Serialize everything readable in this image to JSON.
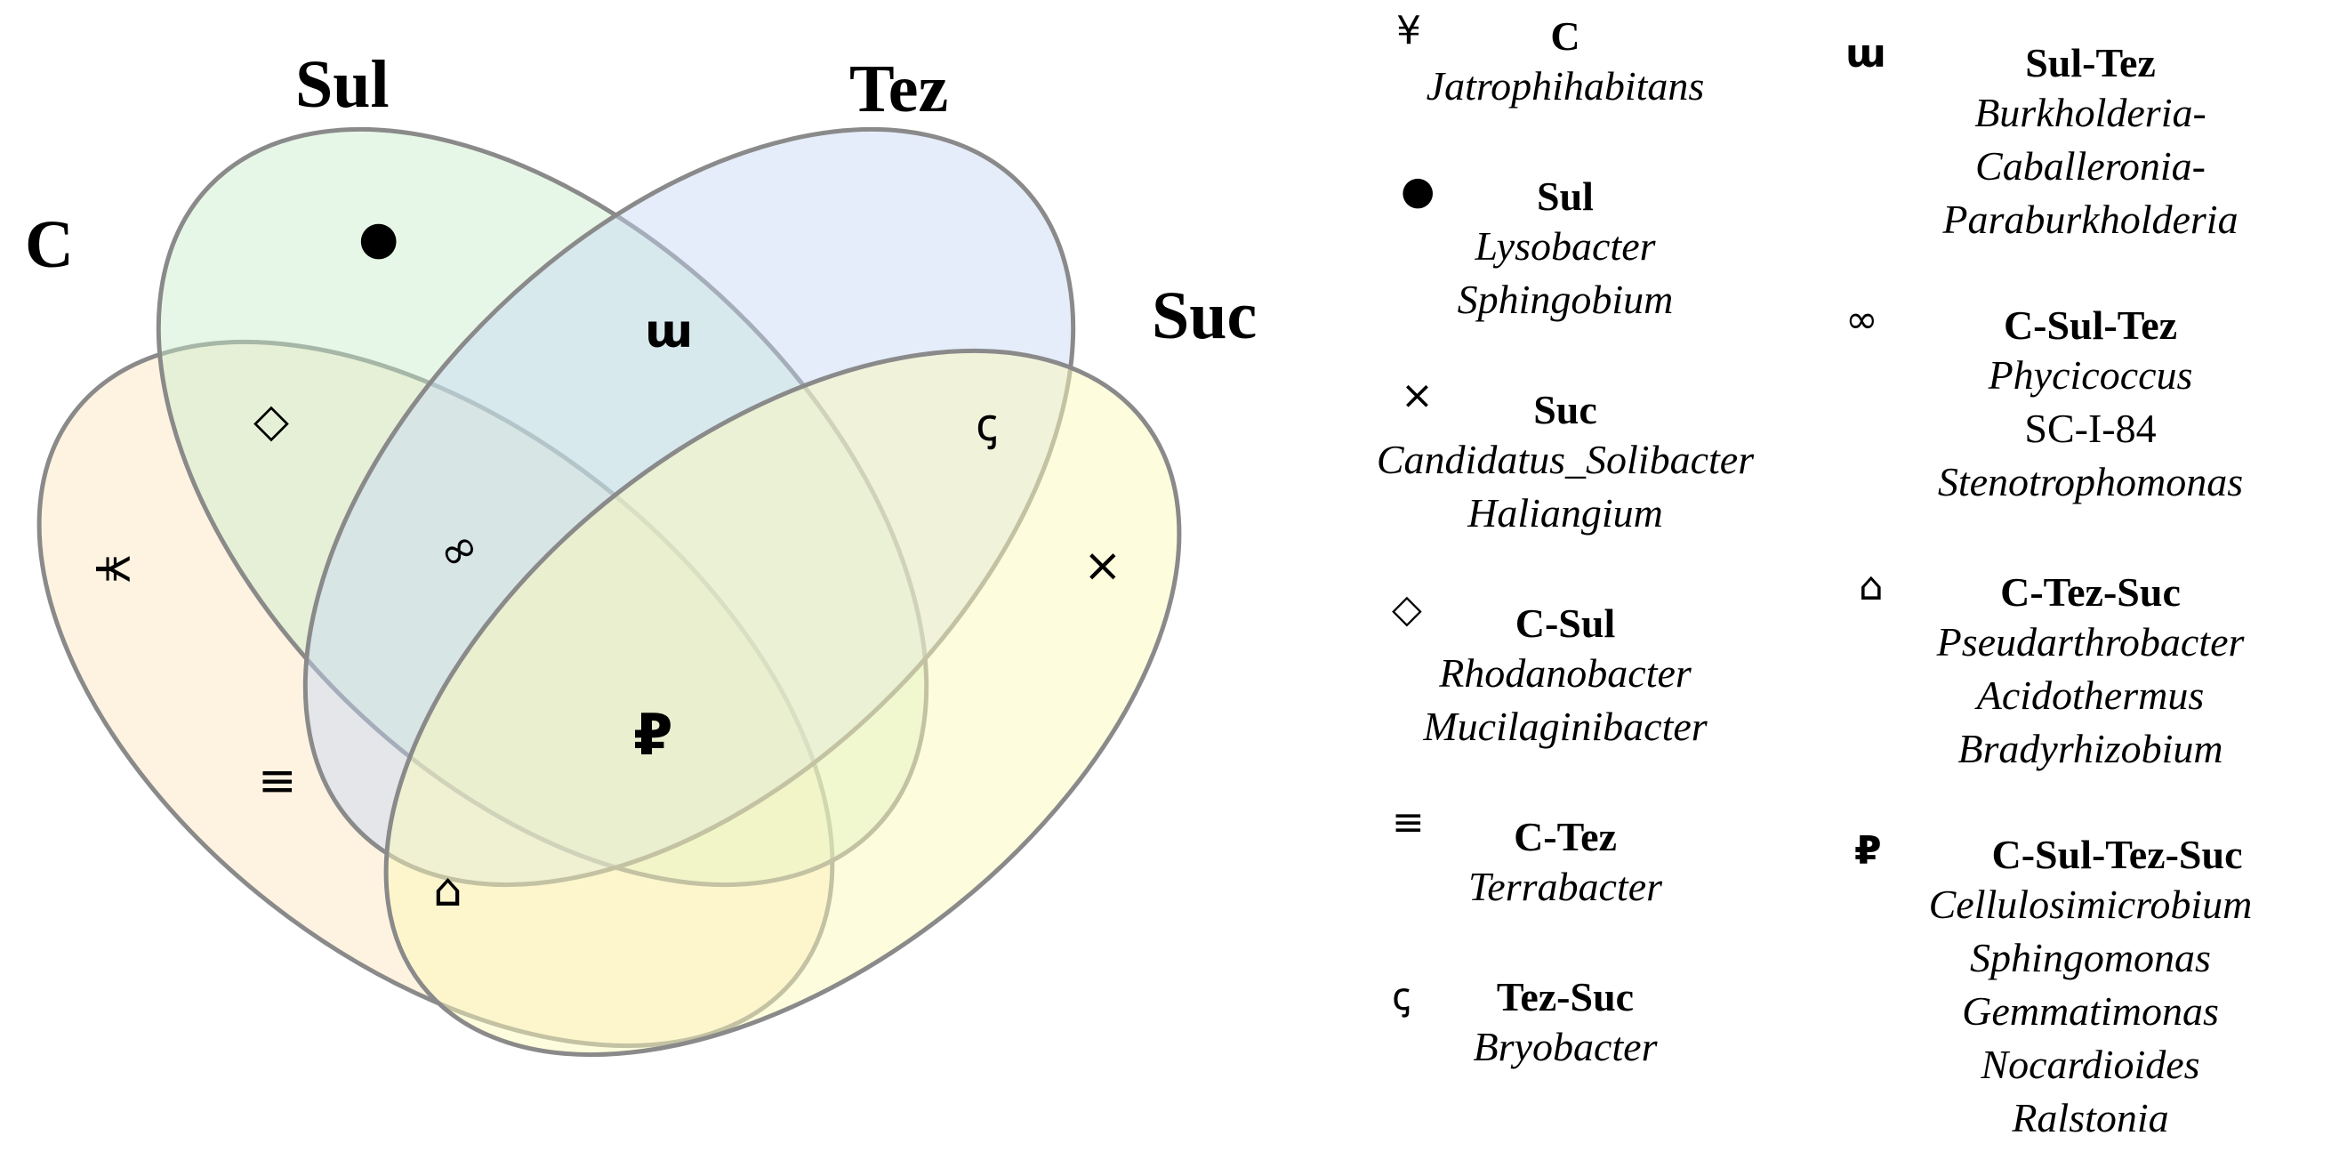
{
  "diagram": {
    "type": "venn-4",
    "sets": [
      {
        "name": "C",
        "color": "#fde9c9"
      },
      {
        "name": "Sul",
        "color": "#c9eec9"
      },
      {
        "name": "Tez",
        "color": "#c5d8f7"
      },
      {
        "name": "Suc",
        "color": "#fbfaba"
      }
    ],
    "outline_color": "#8a8a8a",
    "regions": [
      {
        "key": "C",
        "symbol": "¥"
      },
      {
        "key": "Sul",
        "symbol": "●"
      },
      {
        "key": "Suc",
        "symbol": "×"
      },
      {
        "key": "C-Sul",
        "symbol": "◇"
      },
      {
        "key": "C-Tez",
        "symbol": "≡"
      },
      {
        "key": "Tez-Suc",
        "symbol": "ꞔ"
      },
      {
        "key": "Sul-Tez",
        "symbol": "ɯ"
      },
      {
        "key": "C-Sul-Tez",
        "symbol": "∞"
      },
      {
        "key": "C-Tez-Suc",
        "symbol": "⌂"
      },
      {
        "key": "C-Sul-Tez-Suc",
        "symbol": "₽"
      }
    ]
  },
  "legend": [
    {
      "label": "C",
      "symbol": "¥",
      "genera": [
        "Jatrophihabitans"
      ]
    },
    {
      "label": "Sul",
      "symbol": "●",
      "genera": [
        "Lysobacter",
        "Sphingobium"
      ]
    },
    {
      "label": "Suc",
      "symbol": "×",
      "genera": [
        "Candidatus_Solibacter",
        "Haliangium"
      ]
    },
    {
      "label": "C-Sul",
      "symbol": "◇",
      "genera": [
        "Rhodanobacter",
        "Mucilaginibacter"
      ]
    },
    {
      "label": "C-Tez",
      "symbol": "≡",
      "genera": [
        "Terrabacter"
      ]
    },
    {
      "label": "Tez-Suc",
      "symbol": "ꞔ",
      "genera": [
        "Bryobacter"
      ]
    },
    {
      "label": "Sul-Tez",
      "symbol": "ɯ",
      "genera": [
        "Burkholderia-",
        "Caballeronia-",
        "Paraburkholderia"
      ]
    },
    {
      "label": "C-Sul-Tez",
      "symbol": "∞",
      "genera": [
        "Phycicoccus",
        "SC-I-84",
        "Stenotrophomonas"
      ]
    },
    {
      "label": "C-Tez-Suc",
      "symbol": "⌂",
      "genera": [
        "Pseudarthrobacter",
        "Acidothermus",
        "Bradyrhizobium"
      ]
    },
    {
      "label": "C-Sul-Tez-Suc",
      "symbol": "₽",
      "genera": [
        "Cellulosimicrobium",
        "Sphingomonas",
        "Gemmatimonas",
        "Nocardioides",
        "Ralstonia"
      ]
    }
  ]
}
